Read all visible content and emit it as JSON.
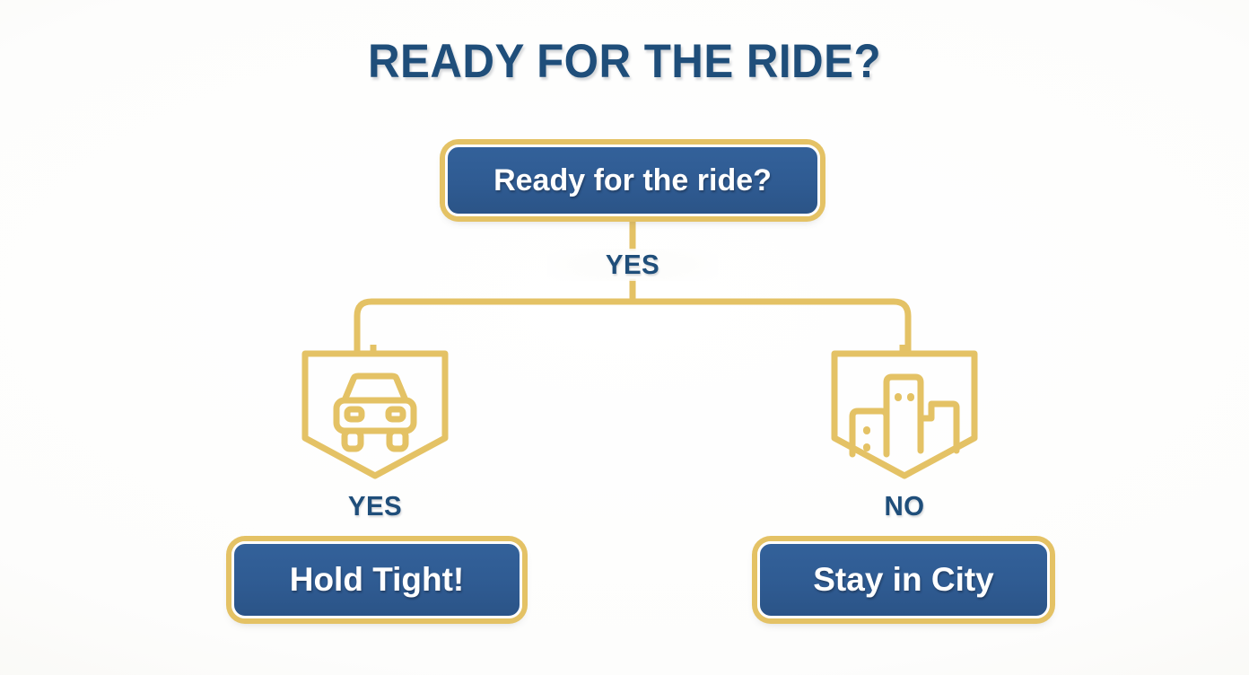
{
  "page": {
    "title": "READY FOR THE RIDE?",
    "background_color": "#fdfdfc"
  },
  "colors": {
    "navy_text": "#1f4e7a",
    "box_fill_blue": "#2f5b92",
    "gold_accent": "#e4c265",
    "box_text": "#ffffff"
  },
  "flowchart": {
    "type": "decision-tree",
    "root": {
      "label": "Ready for the ride?",
      "shape": "rounded-rectangle"
    },
    "stem_edge_label": "YES",
    "branches": [
      {
        "side": "left",
        "icon": "car-shield-icon",
        "edge_label": "YES",
        "outcome": "Hold Tight!"
      },
      {
        "side": "right",
        "icon": "city-buildings-shield-icon",
        "edge_label": "NO",
        "outcome": "Stay in City"
      }
    ]
  }
}
